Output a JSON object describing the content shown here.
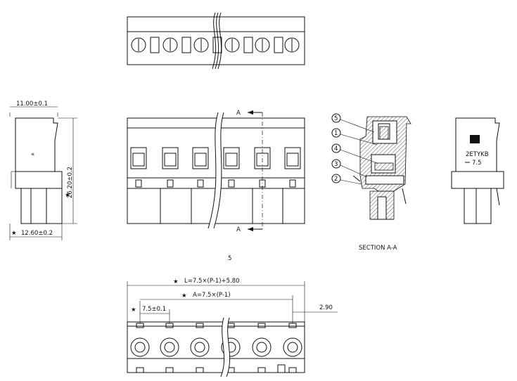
{
  "views": {
    "side_left": {
      "width_dim": "11.00±0.1",
      "height_dim": "26.20±0.2",
      "bottom_dim": "12.60±0.2",
      "mark": "«"
    },
    "front": {
      "section_label_top": "A",
      "section_label_bottom": "A",
      "pole_count_label": "5"
    },
    "section": {
      "title": "SECTION A-A",
      "callouts": [
        "5",
        "1",
        "4",
        "3",
        "2"
      ]
    },
    "side_right": {
      "logo_text": "2ETYKB",
      "pitch_text": "7.5"
    },
    "bottom": {
      "length_dim": "L=7.5×(P-1)+5.80",
      "a_dim": "A=7.5×(P-1)",
      "pitch_dim": "7.5±0.1",
      "offset_dim": "2.90"
    }
  },
  "colors": {
    "line": "#111111",
    "background": "#ffffff"
  }
}
